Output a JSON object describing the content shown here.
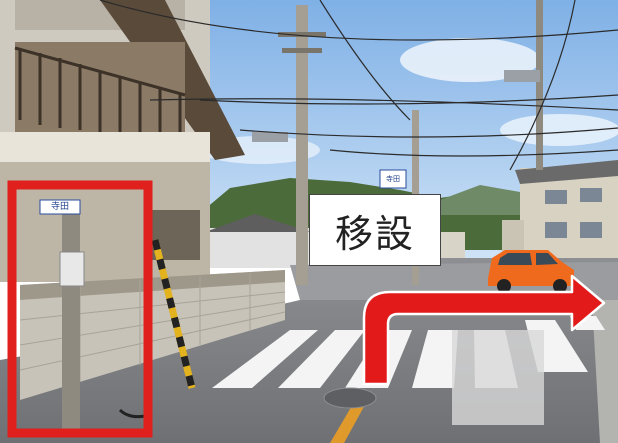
{
  "overlay": {
    "relocation_label": "移設",
    "highlight_color": "#e0201c",
    "arrow_color": "#e31a1a"
  },
  "scene": {
    "pole_sign_text": "寺田",
    "road_sign_text": "寺田"
  }
}
